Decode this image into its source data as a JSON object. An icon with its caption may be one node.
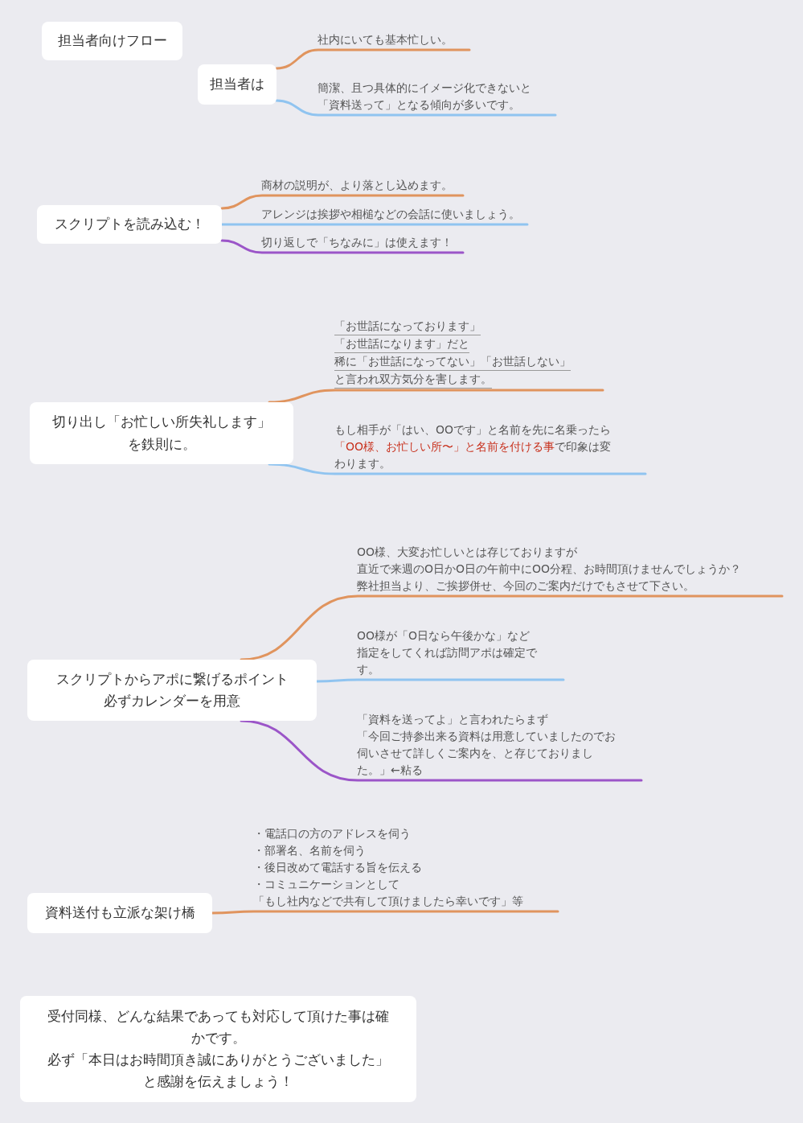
{
  "diagram": {
    "nodes": [
      {
        "text": [
          "担当者向けフロー"
        ]
      },
      {
        "text": [
          "担当者は"
        ]
      },
      {
        "text": [
          "社内にいても基本忙しい。"
        ]
      },
      {
        "text": [
          "簡潔、且つ具体的にイメージ化できないと",
          "「資料送って」となる傾向が多いです。"
        ]
      },
      {
        "text": [
          "スクリプトを読み込む！"
        ]
      },
      {
        "text": [
          "商材の説明が、より落とし込めます。"
        ]
      },
      {
        "text": [
          "アレンジは挨拶や相槌などの会話に使いましょう。"
        ]
      },
      {
        "text": [
          "切り返しで「ちなみに」は使えます！"
        ]
      },
      {
        "text": [
          "切り出し「お忙しい所失礼します」を鉄則に。"
        ]
      },
      {
        "text": [
          "「お世話になっております」",
          "「お世話になります」だと",
          "稀に「お世話になってない」「お世話しない」",
          "と言われ双方気分を害します。"
        ]
      },
      {
        "text": [
          "もし相手が「はい、OOです」と名前を先に名乗ったら**「OO様、お忙しい所〜」と名前を付ける事**で印象は変わります。"
        ]
      },
      {
        "text": [
          "スクリプトからアポに繋げるポイント",
          "必ずカレンダーを用意"
        ]
      },
      {
        "text": [
          "OO様、大変お忙しいとは存じておりますが",
          "直近で来週のO日かO日の午前中にOO分程、お時間頂けませんでしょうか？",
          "弊社担当より、ご挨拶併せ、今回のご案内だけでもさせて下さい。"
        ]
      },
      {
        "text": [
          "OO様が「O日なら午後かな」など",
          "指定をしてくれば訪問アポは確定です。"
        ]
      },
      {
        "text": [
          "「資料を送ってよ」と言われたらまず",
          "「今回ご持参出来る資料は用意していましたのでお伺いさせて詳しくご案内を、と存じておりました。」←粘る"
        ]
      },
      {
        "text": [
          "資料送付も立派な架け橋"
        ]
      },
      {
        "text": [
          "・電話口の方のアドレスを伺う",
          "・部署名、名前を伺う",
          "・後日改めて電話する旨を伝える",
          "・コミュニケーションとして",
          "「もし社内などで共有して頂けましたら幸いです」等"
        ]
      },
      {
        "text": [
          "受付同様、どんな結果であっても対応して頂けた事は確かです。",
          "必ず「本日はお時間頂き誠にありがとうございました」と感謝を伝えましょう！"
        ]
      }
    ],
    "edges": [
      {
        "from": 1,
        "to": 2,
        "arrow": "none"
      },
      {
        "from": 1,
        "to": 3,
        "arrow": "none",
        "color": "#90c4f0"
      },
      {
        "from": 4,
        "to": 5,
        "arrow": "none"
      },
      {
        "from": 4,
        "to": 6,
        "arrow": "none",
        "color": "#90c4f0"
      },
      {
        "from": 4,
        "to": 7,
        "arrow": "none",
        "color": "#9b55c8"
      },
      {
        "from": 8,
        "to": 9,
        "arrow": "none"
      },
      {
        "from": 8,
        "to": 10,
        "arrow": "none",
        "color": "#90c4f0"
      },
      {
        "from": 11,
        "to": 12,
        "arrow": "none"
      },
      {
        "from": 11,
        "to": 13,
        "arrow": "none",
        "color": "#90c4f0"
      },
      {
        "from": 11,
        "to": 14,
        "arrow": "none",
        "color": "#9b55c8"
      },
      {
        "from": 15,
        "to": 16,
        "arrow": "none"
      }
    ]
  }
}
